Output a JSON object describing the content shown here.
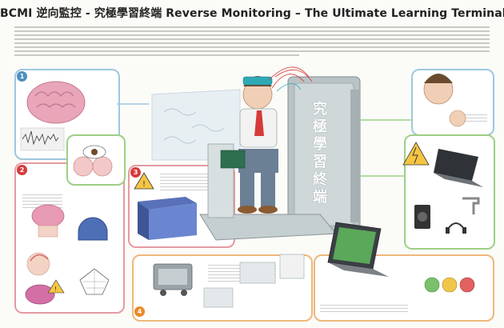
{
  "poster": {
    "title": "BCMI 逆向監控 - 究極學習終端 Reverse Monitoring – The Ultimate Learning Terminal",
    "machine_text": [
      "究",
      "極",
      "學",
      "習",
      "終",
      "端"
    ],
    "icons": [
      "brain-icon",
      "eeg-wave-icon",
      "eye-closeup-icon",
      "head-sensor-icon",
      "helmet-icon",
      "warning-icon",
      "server-box-icon",
      "robot-device-icon",
      "laptop-icon",
      "speaker-icon",
      "faucet-icon",
      "electric-hazard-icon",
      "headphones-icon"
    ]
  },
  "colors": {
    "panel_blue": "#9fc7e0",
    "panel_green": "#9ccf86",
    "panel_pink": "#e59aa3",
    "panel_orange": "#efb77c",
    "accent_red": "#d63a3a",
    "machine_gray": "#b9c2c4",
    "brain_pink": "#e8a6b8"
  }
}
